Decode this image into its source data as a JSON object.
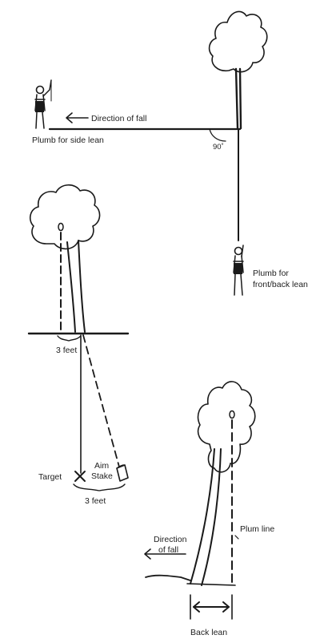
{
  "panel_top": {
    "direction_label": "Direction of fall",
    "plumb_side_label": "Plumb for side lean",
    "angle_label": "90˚",
    "plumb_front_line1": "Plumb for",
    "plumb_front_line2": "front/back lean"
  },
  "panel_middle": {
    "offset_label": "3 feet",
    "target_label": "Target",
    "aim_label_line1": "Aim",
    "aim_label_line2": "Stake",
    "spacing_label": "3 feet"
  },
  "panel_bottom": {
    "direction_line1": "Direction",
    "direction_line2": "of fall",
    "plum_line_label": "Plum line",
    "back_lean_label": "Back lean"
  },
  "colors": {
    "ink": "#1a1a1a",
    "background": "#ffffff"
  }
}
